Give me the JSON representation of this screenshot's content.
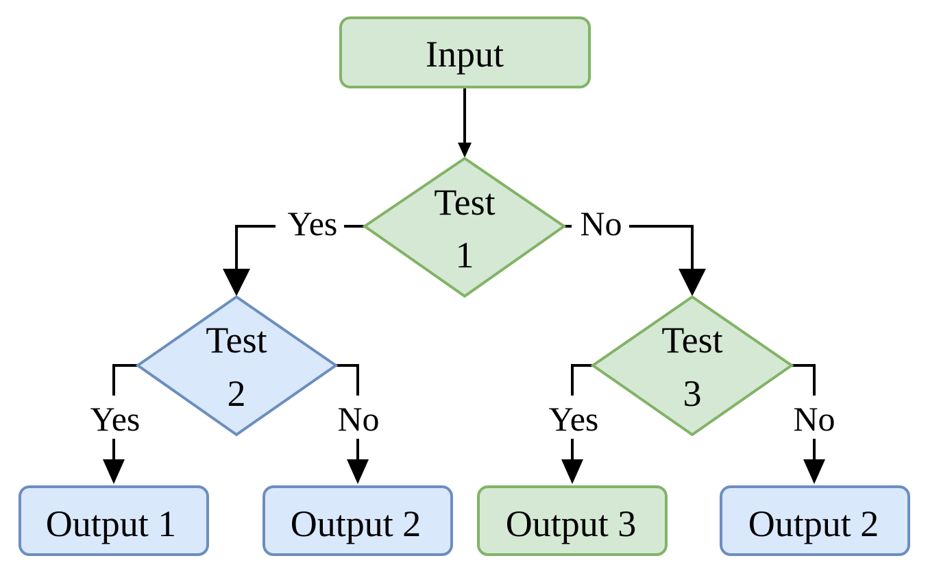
{
  "colors": {
    "green_fill": "#d5e8d4",
    "green_stroke": "#82b366",
    "blue_fill": "#dae8fc",
    "blue_stroke": "#6c8ebf",
    "line": "#000000"
  },
  "nodes": {
    "input": {
      "label": "Input"
    },
    "test1": {
      "line1": "Test",
      "line2": "1"
    },
    "test2": {
      "line1": "Test",
      "line2": "2"
    },
    "test3": {
      "line1": "Test",
      "line2": "3"
    },
    "output_a": {
      "label": "Output 1"
    },
    "output_b": {
      "label": "Output 2"
    },
    "output_c": {
      "label": "Output 3"
    },
    "output_d": {
      "label": "Output 2"
    }
  },
  "edges": {
    "test1_yes": "Yes",
    "test1_no": "No",
    "test2_yes": "Yes",
    "test2_no": "No",
    "test3_yes": "Yes",
    "test3_no": "No"
  }
}
